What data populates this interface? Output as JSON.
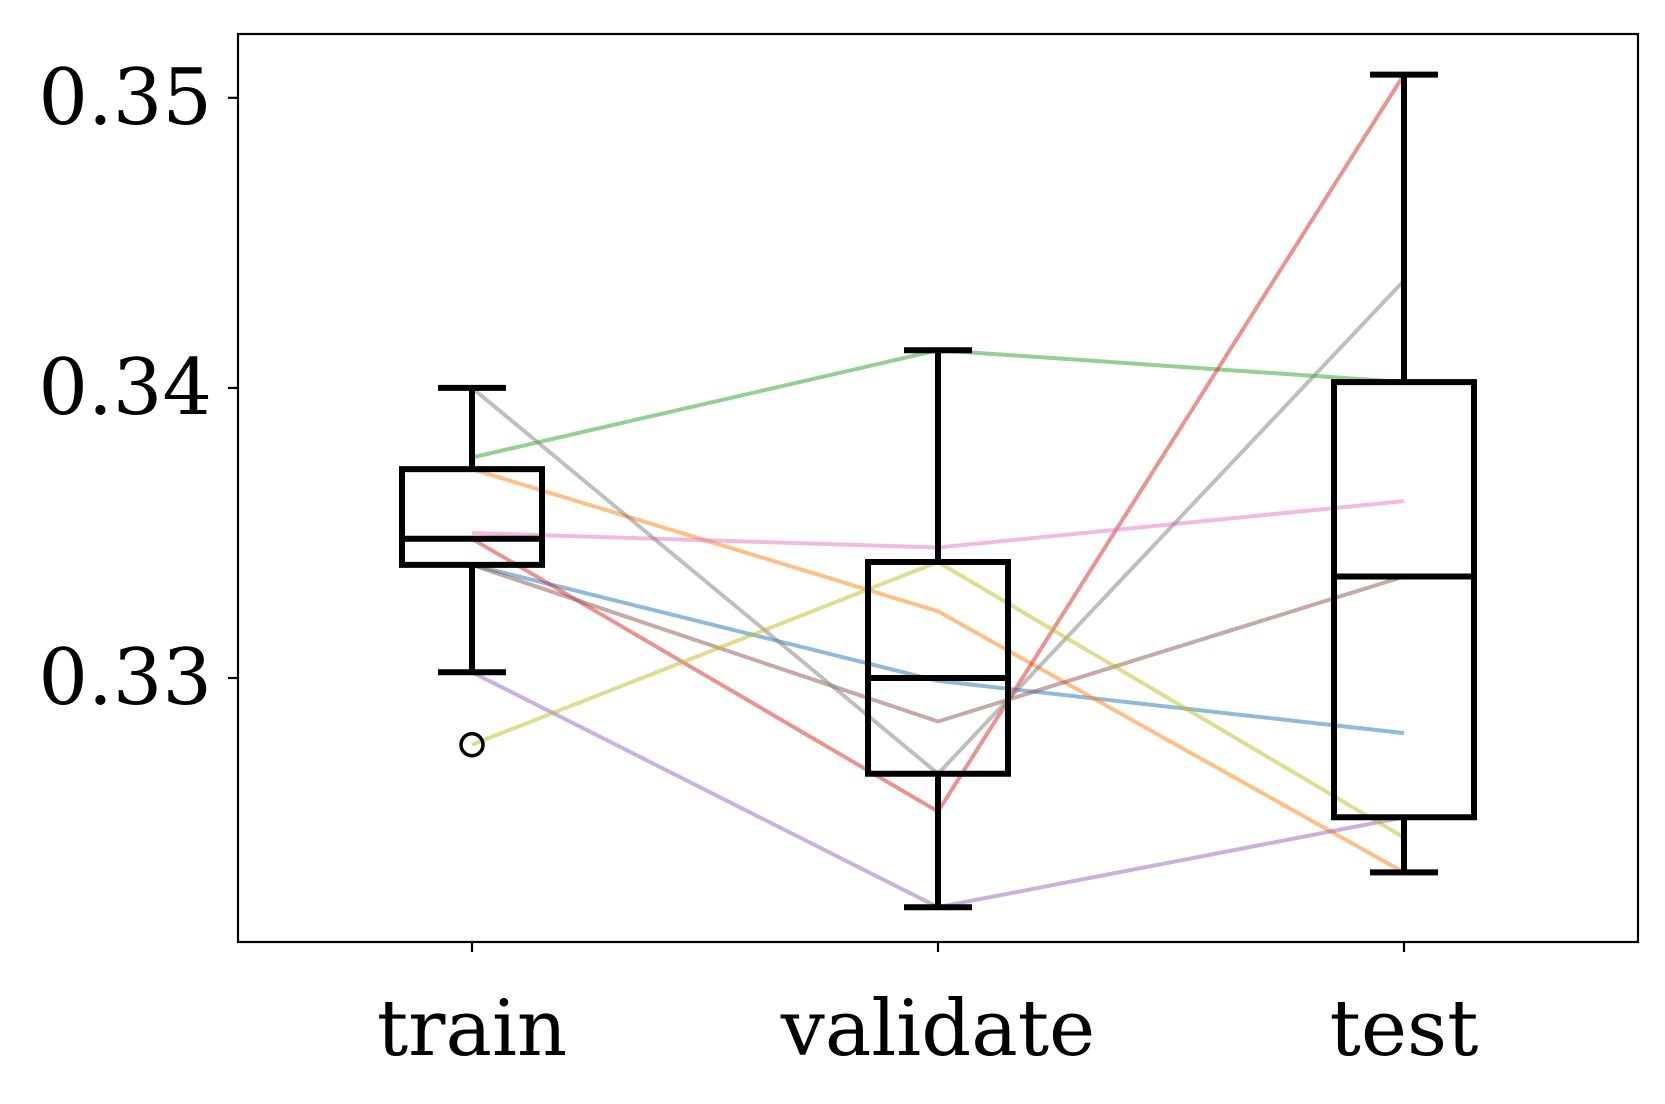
{
  "chart_data": {
    "type": "box",
    "title": "",
    "xlabel": "",
    "ylabel": "",
    "categories": [
      "train",
      "validate",
      "test"
    ],
    "ylim": [
      0.3209,
      0.3522
    ],
    "yticks": [
      0.33,
      0.34,
      0.35
    ],
    "ytick_labels": [
      "0.33",
      "0.34",
      "0.35"
    ],
    "grid": false,
    "legend": "none",
    "boxes": [
      {
        "category": "train",
        "whisker_low": 0.3302,
        "q1": 0.3339,
        "median": 0.3348,
        "q3": 0.3372,
        "whisker_high": 0.34,
        "outliers": [
          0.3277
        ]
      },
      {
        "category": "validate",
        "whisker_low": 0.3221,
        "q1": 0.3267,
        "median": 0.33,
        "q3": 0.334,
        "whisker_high": 0.3413,
        "outliers": []
      },
      {
        "category": "test",
        "whisker_low": 0.3233,
        "q1": 0.3252,
        "median": 0.3335,
        "q3": 0.3402,
        "whisker_high": 0.3508,
        "outliers": []
      }
    ],
    "series": [
      {
        "color": "#1f77b4",
        "values": [
          0.3339,
          0.3299,
          0.3281
        ]
      },
      {
        "color": "#ff7f0e",
        "values": [
          0.3372,
          0.3323,
          0.3233
        ]
      },
      {
        "color": "#2ca02c",
        "values": [
          0.3376,
          0.3413,
          0.3402
        ]
      },
      {
        "color": "#d62728",
        "values": [
          0.3348,
          0.3254,
          0.3508
        ]
      },
      {
        "color": "#9467bd",
        "values": [
          0.3302,
          0.3221,
          0.3252
        ]
      },
      {
        "color": "#8c564b",
        "values": [
          0.3339,
          0.3285,
          0.3335
        ]
      },
      {
        "color": "#e377c2",
        "values": [
          0.335,
          0.3345,
          0.3361
        ]
      },
      {
        "color": "#7f7f7f",
        "values": [
          0.34,
          0.3267,
          0.3437
        ]
      },
      {
        "color": "#bcbd22",
        "values": [
          0.3277,
          0.334,
          0.3245
        ]
      }
    ]
  }
}
